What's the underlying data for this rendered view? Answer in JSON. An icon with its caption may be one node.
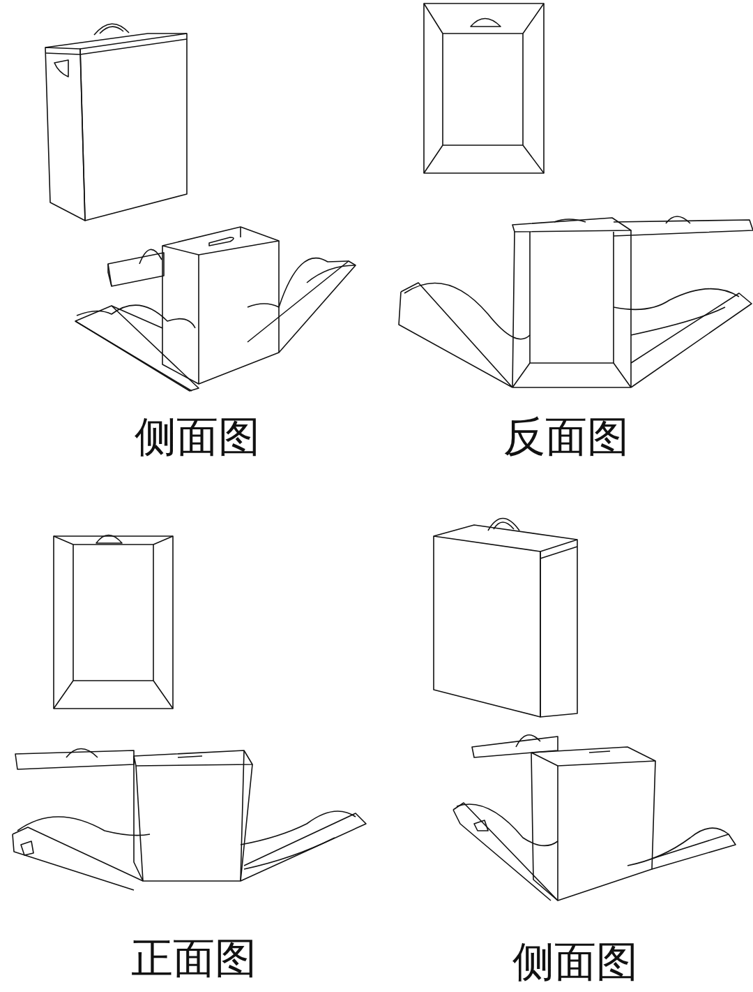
{
  "diagram": {
    "labels": [
      "侧面图",
      "反面图",
      "正面图",
      "侧面图"
    ]
  }
}
